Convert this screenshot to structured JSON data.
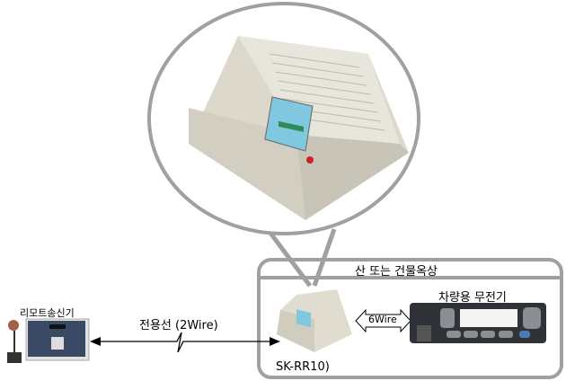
{
  "labels": {
    "site": "산 또는 건물옥상",
    "radio": "차량용 무전기",
    "remote": "리모트송신기",
    "line": "전용선 (2Wire)",
    "wire6": "6Wire",
    "model": "SK-RR10)"
  },
  "colors": {
    "frame": "#a0a0a0",
    "device": "#e6e3d6",
    "display": "#7fc8e0",
    "radio_body": "#2f3236"
  }
}
